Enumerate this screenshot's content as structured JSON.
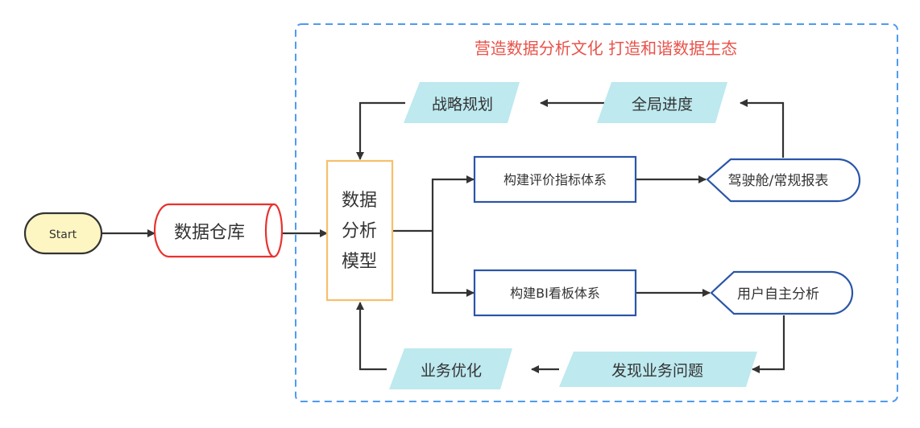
{
  "diagram": {
    "title": "营造数据分析文化  打造和谐数据生态",
    "title_color": "#e8534a",
    "group_border_color": "#4f9bf0",
    "nodes": {
      "start": {
        "label": "Start",
        "shape": "terminator",
        "fill": "#fdf6c3",
        "stroke": "#333333"
      },
      "warehouse": {
        "label": "数据仓库",
        "shape": "cylinder",
        "fill": "#ffffff",
        "stroke": "#e8322f"
      },
      "model": {
        "lines": [
          "数据",
          "分析",
          "模型"
        ],
        "shape": "process",
        "fill": "#ffffff",
        "stroke": "#f7bf6a"
      },
      "eval_system": {
        "label": "构建评价指标体系",
        "shape": "process",
        "stroke": "#2a56a8"
      },
      "bi_system": {
        "label": "构建BI看板体系",
        "shape": "process",
        "stroke": "#2a56a8"
      },
      "cockpit": {
        "label": "驾驶舱/常规报表",
        "shape": "display",
        "stroke": "#2a56a8"
      },
      "self_analysis": {
        "label": "用户自主分析",
        "shape": "display",
        "stroke": "#2a56a8"
      },
      "strategy": {
        "label": "战略规划",
        "shape": "data",
        "fill": "#bde9ef"
      },
      "progress": {
        "label": "全局进度",
        "shape": "data",
        "fill": "#bde9ef"
      },
      "optimize": {
        "label": "业务优化",
        "shape": "data",
        "fill": "#bde9ef"
      },
      "problems": {
        "label": "发现业务问题",
        "shape": "data",
        "fill": "#bde9ef"
      }
    },
    "edges": [
      {
        "from": "start",
        "to": "warehouse"
      },
      {
        "from": "warehouse",
        "to": "model"
      },
      {
        "from": "model",
        "to": "eval_system"
      },
      {
        "from": "model",
        "to": "bi_system"
      },
      {
        "from": "eval_system",
        "to": "cockpit"
      },
      {
        "from": "bi_system",
        "to": "self_analysis"
      },
      {
        "from": "cockpit",
        "to": "progress"
      },
      {
        "from": "progress",
        "to": "strategy"
      },
      {
        "from": "strategy",
        "to": "model"
      },
      {
        "from": "self_analysis",
        "to": "problems"
      },
      {
        "from": "problems",
        "to": "optimize"
      },
      {
        "from": "optimize",
        "to": "model"
      }
    ]
  }
}
